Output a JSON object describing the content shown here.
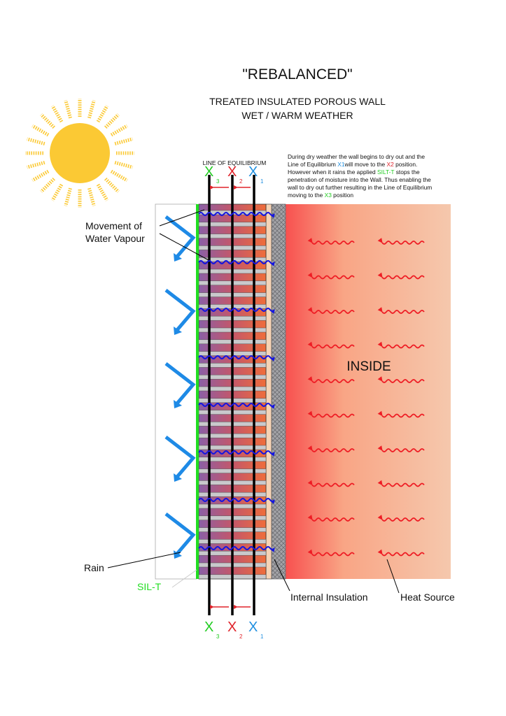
{
  "title": "\"REBALANCED\"",
  "subtitle_lines": [
    "TREATED INSULATED POROUS WALL",
    "WET / WARM WEATHER"
  ],
  "equilibrium_label": "LINE OF EQUILIBRIUM",
  "markers": [
    {
      "letter": "X",
      "sub": "3",
      "color": "#22cc22"
    },
    {
      "letter": "X",
      "sub": "2",
      "color": "#e0232a"
    },
    {
      "letter": "X",
      "sub": "1",
      "color": "#1f8fe0"
    }
  ],
  "note": {
    "line1": "During dry weather the wall begins to dry out and the",
    "line2_a": "Line of Equilibrium ",
    "line2_x1": "X1",
    "line2_b": "will move to the ",
    "line2_x2": "X2",
    "line2_c": " position.",
    "line3": "However when it rains the applied ",
    "line3_silt": "SILT-T",
    "line3_b": " stops the",
    "line4": "penetration of moisture into the Wall. Thus enabling the",
    "line5": "wall to dry out further resulting in the Line of Equilibrium",
    "line6_a": "moving to the ",
    "line6_x3": "X3",
    "line6_b": " position"
  },
  "labels": {
    "vapour_line1": "Movement of",
    "vapour_line2": "Water Vapour",
    "rain": "Rain",
    "silt": "SIL-T",
    "inside": "INSIDE",
    "insulation": "Internal Insulation",
    "heat": "Heat Source"
  },
  "colors": {
    "sun": "#fbc934",
    "coating": "#22dd22",
    "rain_arrow": "#1e8ae6",
    "vapour_arrow": "#1515e0",
    "heat_arrow": "#ee1c24",
    "room_near": "#f8504f",
    "room_far": "#f5c8ad",
    "wall_cold": "#8c5fa3",
    "wall_warm": "#ef6d3b"
  }
}
